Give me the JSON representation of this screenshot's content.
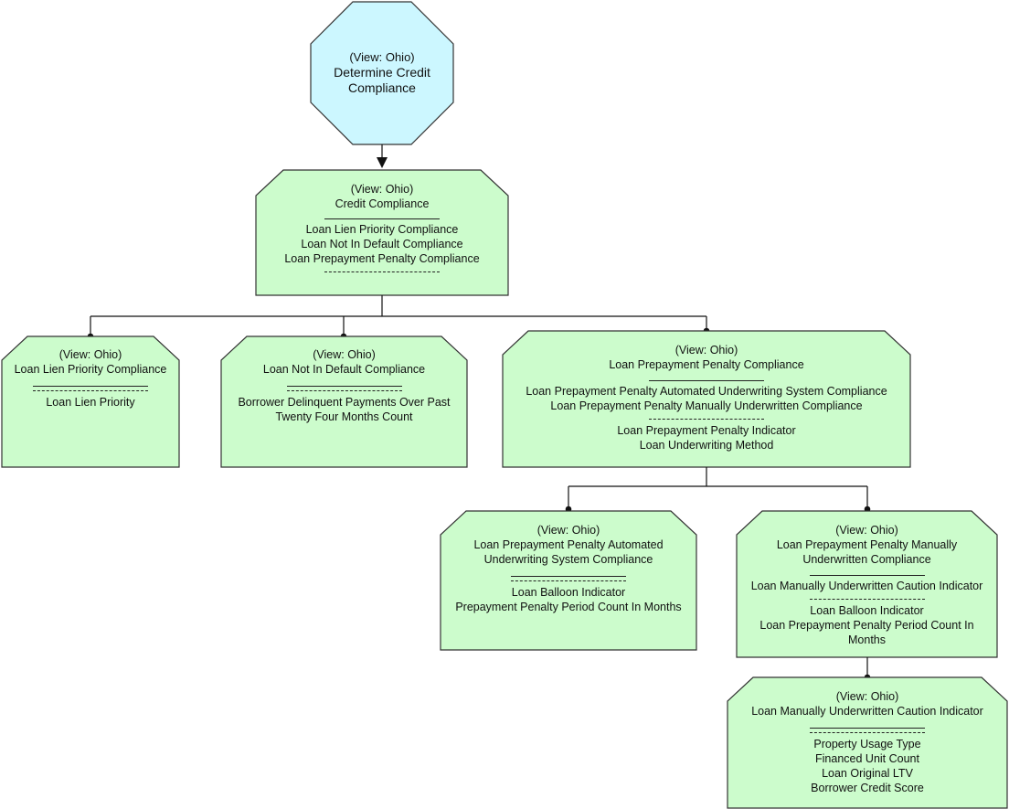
{
  "root": {
    "view": "(View: Ohio)",
    "title_lines": [
      "Determine Credit",
      "Compliance"
    ],
    "fill": "#ccf7ff"
  },
  "node_fill": "#ccfccc",
  "stroke": "#333333",
  "nodes": {
    "credit": {
      "view": "(View: Ohio)",
      "title": "Credit Compliance",
      "children": [
        "Loan Lien Priority Compliance",
        "Loan Not In Default Compliance",
        "Loan Prepayment Penalty Compliance"
      ],
      "attributes": []
    },
    "lien": {
      "view": "(View: Ohio)",
      "title": "Loan Lien Priority Compliance",
      "children": [],
      "attributes": [
        "Loan Lien Priority"
      ]
    },
    "default": {
      "view": "(View: Ohio)",
      "title": "Loan Not In Default Compliance",
      "children": [],
      "attributes": [
        "Borrower Delinquent Payments Over Past",
        "Twenty Four Months Count"
      ]
    },
    "prepay": {
      "view": "(View: Ohio)",
      "title": "Loan Prepayment Penalty Compliance",
      "children": [
        "Loan Prepayment Penalty Automated Underwriting System Compliance",
        "Loan Prepayment Penalty Manually Underwritten Compliance"
      ],
      "attributes": [
        "Loan Prepayment Penalty Indicator",
        "Loan Underwriting Method"
      ]
    },
    "automated": {
      "view": "(View: Ohio)",
      "title_lines": [
        "Loan Prepayment Penalty Automated",
        "Underwriting System Compliance"
      ],
      "children": [],
      "attributes": [
        "Loan Balloon Indicator",
        "Prepayment Penalty Period Count In Months"
      ]
    },
    "manual": {
      "view": "(View: Ohio)",
      "title_lines": [
        "Loan Prepayment Penalty Manually",
        "Underwritten Compliance"
      ],
      "children": [
        "Loan Manually Underwritten Caution Indicator"
      ],
      "attributes": [
        "Loan Balloon Indicator",
        "Loan Prepayment Penalty Period Count In",
        "Months"
      ]
    },
    "caution": {
      "view": "(View: Ohio)",
      "title": "Loan Manually Underwritten Caution Indicator",
      "children": [],
      "attributes": [
        "Property Usage Type",
        "Financed Unit Count",
        "Loan Original LTV",
        "Borrower Credit Score"
      ]
    }
  }
}
